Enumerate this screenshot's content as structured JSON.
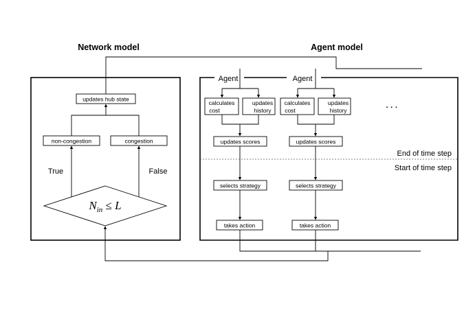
{
  "network": {
    "title": "Network model",
    "hub_box": "updates hub state",
    "left_box": "non-congestion",
    "right_box": "congestion",
    "true_label": "True",
    "false_label": "False",
    "condition": {
      "lhs": "N",
      "sub": "in",
      "op": " ≤ ",
      "rhs": "L"
    }
  },
  "agent": {
    "title": "Agent model",
    "agent_label_1": "Agent",
    "agent_label_2": "Agent",
    "cost_line1": "calculates",
    "cost_line2": "cost",
    "history_line1": "updates",
    "history_line2": "history",
    "scores_box": "updates scores",
    "strategy_box": "selects strategy",
    "action_box": "takes action",
    "ellipsis": "·  ·  ·",
    "end_step": "End of time step",
    "start_step": "Start of time step"
  }
}
